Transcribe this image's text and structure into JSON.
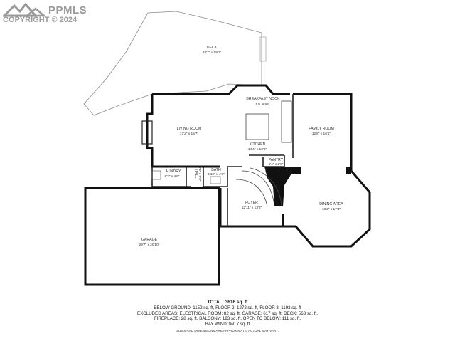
{
  "watermark": {
    "brand": "PPMLS",
    "copyright": "COPYRIGHT © 2024"
  },
  "rooms": {
    "deck": {
      "name": "DECK",
      "dims": "34'7\" x 19'1\""
    },
    "breakfast_nook": {
      "name": "BREAKFAST NOOK",
      "dims": "8'6\" x 6'6\""
    },
    "living_room": {
      "name": "LIVING ROOM",
      "dims": "17'2\" x 15'7\""
    },
    "family_room": {
      "name": "FAMILY ROOM",
      "dims": "12'8\" x 16'1\""
    },
    "kitchen": {
      "name": "KITCHEN",
      "dims": "14'4\" x 13'8\""
    },
    "pantry": {
      "name": "PANTRY",
      "dims": "6'4\" x 2'0\""
    },
    "laundry": {
      "name": "LAUNDRY",
      "dims": "8'2\" x 4'8\""
    },
    "hall": {
      "name": "HALL",
      "dims": "3'4\" x 5'0\""
    },
    "bath": {
      "name": "BATH",
      "dims": "4'10\" x 4'8\""
    },
    "foyer": {
      "name": "FOYER",
      "dims": "12'11\" x 13'8\""
    },
    "dining_area": {
      "name": "DINING AREA",
      "dims": "18'2\" x 17'4\""
    },
    "garage": {
      "name": "GARAGE",
      "dims": "29'7\" x 20'10\""
    }
  },
  "summary": {
    "total": "TOTAL: 3616 sq. ft",
    "line1": "BELOW GROUND: 1152 sq. ft, FLOOR 2: 1272 sq. ft, FLOOR 3: 1192 sq. ft",
    "line2": "EXCLUDED AREAS: ELECTRICAL ROOM: 82 sq. ft, GARAGE: 617 sq. ft, DECK: 563 sq. ft,",
    "line3": "FIREPLACE: 28 sq. ft, BALCONY: 193 sq. ft, OPEN TO BELOW: 111 sq. ft,",
    "line4": "BAY WINDOW: 7 sq. ft",
    "disclaimer": "SIZES AND DIMENSIONS ARE APPROXIMATE, ACTUAL MAY VARY."
  }
}
